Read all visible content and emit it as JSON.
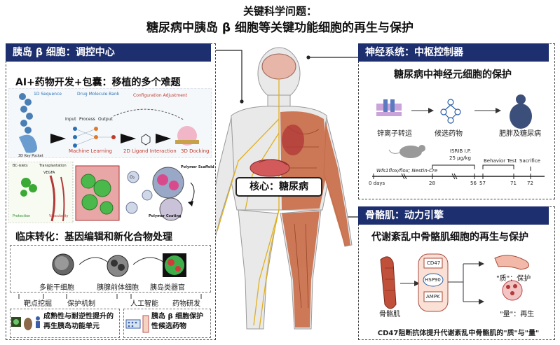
{
  "title": {
    "line1": "关键科学问题：",
    "line2": "糖尿病中胰岛 β 细胞等关键功能细胞的再生与保护"
  },
  "core": {
    "label": "核心：糖尿病"
  },
  "left_panel": {
    "header": "胰岛 β 细胞：调控中心",
    "sub1": "AI+药物开发+包囊：移植的多个难题",
    "sub2": "临床转化：基因编辑和新化合物处理",
    "ai_labels": {
      "input": "Input",
      "process": "Process",
      "output": "Output",
      "ml": "Machine Learning",
      "ligand": "2D Ligand Interaction",
      "docking": "3D Docking",
      "config": "Configuration Adjustment",
      "seq": "1D Sequence",
      "drug": "Drug Molecule Bank",
      "pocket": "3D Key Pocket"
    },
    "encap_labels": {
      "bc_islets": "BC-islets",
      "transplant": "Transplantation",
      "vegfa": "VEGFA",
      "protection": "Protection",
      "vascularity": "Vascularity",
      "scaffold": "Polymer Scaffold",
      "coating": "Polymer Coating",
      "o2": "O₂"
    },
    "flow": {
      "stem": "多能干细胞",
      "progenitor": "胰腺前体细胞",
      "organoid": "胰岛类器官"
    },
    "bottom_tabs": [
      "靶点挖掘",
      "保护机制",
      "人工智能",
      "药物研发"
    ],
    "results": {
      "r1": "成熟性与耐逆性提升的再生胰岛功能单元",
      "r2": "胰岛 β 细胞保护性候选药物"
    }
  },
  "nerve_panel": {
    "header": "神经系统：中枢控制器",
    "sub": "糖尿病中神经元细胞的保护",
    "steps": [
      "锌离子转运",
      "候选药物",
      "肥胖及糖尿病"
    ],
    "timeline": {
      "mouse": "Wfs1flox/flox; Nestin-Cre",
      "isrib": "ISRIB I.P.",
      "dose": "25 μg/kg",
      "behavior": "Behavior Test",
      "sacrifice": "Sacrifice",
      "ticks": [
        "0 days",
        "28",
        "56",
        "57",
        "71",
        "72"
      ]
    }
  },
  "muscle_panel": {
    "header": "骨骼肌：动力引擎",
    "sub": "代谢紊乱中骨骼肌细胞的再生与保护",
    "muscle": "骨骼肌",
    "proteins": [
      "CD47",
      "HSP90",
      "AMPK"
    ],
    "quality": "\"质\"：保护",
    "quantity": "\"量\"：再生",
    "caption": "CD47阻断抗体提升代谢紊乱中骨骼肌的\"质\"与\"量\""
  }
}
